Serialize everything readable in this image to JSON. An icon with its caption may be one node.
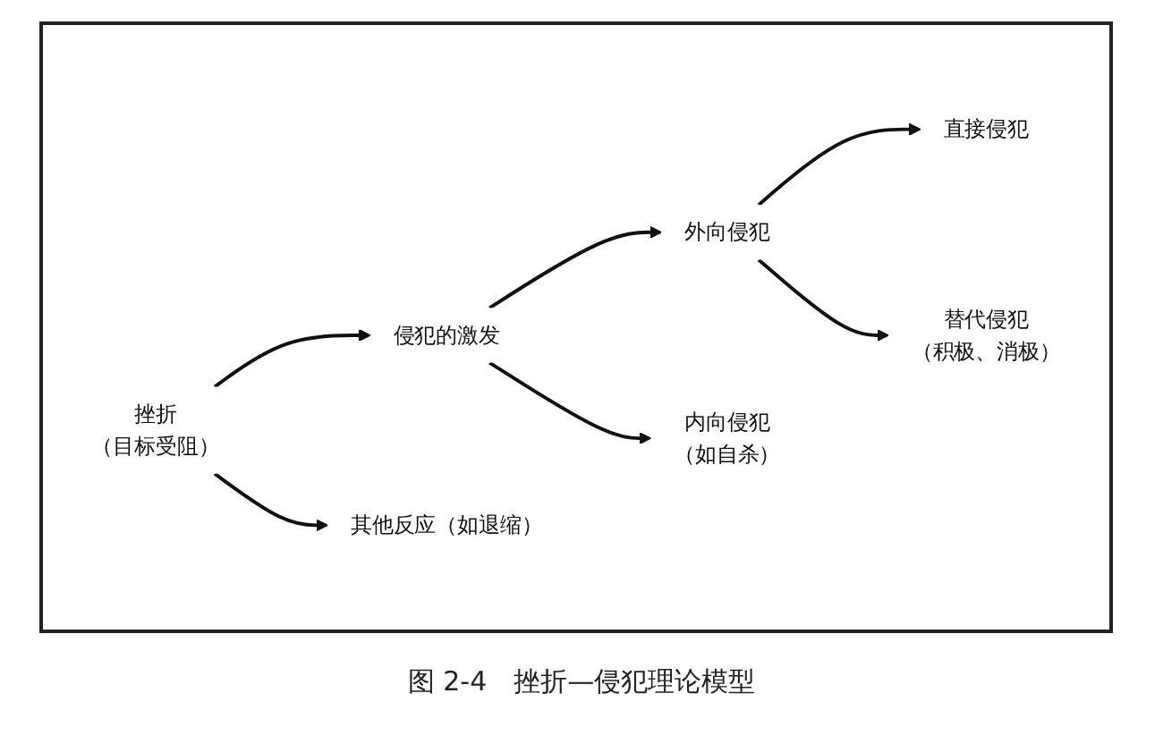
{
  "diagram": {
    "caption": "图 2-4　挫折—侵犯理论模型",
    "nodes": [
      {
        "text": [
          "挫折",
          "（目标受阻）"
        ]
      },
      {
        "text": [
          "侵犯的激发"
        ]
      },
      {
        "text": [
          "其他反应（如退缩）"
        ]
      },
      {
        "text": [
          "外向侵犯"
        ]
      },
      {
        "text": [
          "内向侵犯",
          "（如自杀）"
        ]
      },
      {
        "text": [
          "直接侵犯"
        ]
      },
      {
        "text": [
          "替代侵犯",
          "（积极、消极）"
        ]
      }
    ],
    "edges": [
      {
        "from": 0,
        "to": 1,
        "arrow": "to"
      },
      {
        "from": 0,
        "to": 2,
        "arrow": "to"
      },
      {
        "from": 1,
        "to": 3,
        "arrow": "to"
      },
      {
        "from": 1,
        "to": 4,
        "arrow": "to"
      },
      {
        "from": 3,
        "to": 5,
        "arrow": "to"
      },
      {
        "from": 3,
        "to": 6,
        "arrow": "to"
      }
    ]
  }
}
